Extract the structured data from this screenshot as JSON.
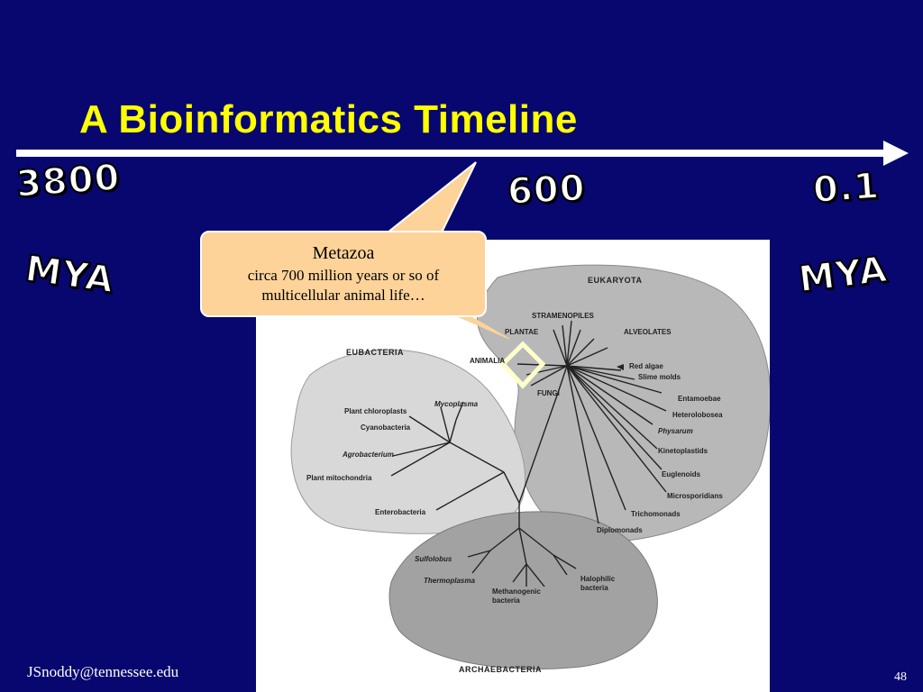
{
  "slide": {
    "title": "A Bioinformatics Timeline",
    "colors": {
      "background": "#07076f",
      "title": "#ffff00",
      "callout": "#fdd39a",
      "marker": "#ffffcc"
    }
  },
  "timeline": {
    "start_value": "3800",
    "middle_value": "600",
    "end_value": "0.1",
    "start_unit": "MYA",
    "end_unit": "MYA"
  },
  "callout": {
    "title": "Metazoa",
    "text_line1": "circa 700 million years or so of",
    "text_line2": "multicellular animal life…"
  },
  "tree": {
    "domains": {
      "eukaryota": "EUKARYOTA",
      "eubacteria": "EUBACTERIA",
      "archaebacteria": "ARCHAEBACTERIA"
    },
    "eukaryota_labels": {
      "stramenopiles": "STRAMENOPILES",
      "plantae": "PLANTAE",
      "alveolates": "ALVEOLATES",
      "animalia": "ANIMALIA",
      "fungi": "FUNGI",
      "red_algae": "Red algae",
      "slime_molds": "Slime molds",
      "entamoebae": "Entamoebae",
      "heterolobosea": "Heterolobosea",
      "physarum": "Physarum",
      "kinetoplastids": "Kinetoplastids",
      "euglenoids": "Euglenoids",
      "microsporidians": "Microsporidians",
      "trichomonads": "Trichomonads",
      "diplomonads": "Diplomonads"
    },
    "eubacteria_labels": {
      "plant_chloroplasts": "Plant chloroplasts",
      "mycoplasma": "Mycoplasma",
      "cyanobacteria": "Cyanobacteria",
      "agrobacterium": "Agrobacterium",
      "plant_mitochondria": "Plant mitochondria",
      "enterobacteria": "Enterobacteria"
    },
    "archaebacteria_labels": {
      "sulfolobus": "Sulfolobus",
      "thermoplasma": "Thermoplasma",
      "halophilic": "Halophilic",
      "bacteria": "bacteria",
      "methanogenic": "Methanogenic",
      "methanogenic_bacteria": "bacteria"
    }
  },
  "footer": {
    "email": "JSnoddy@tennessee.edu",
    "page_number": "48"
  }
}
